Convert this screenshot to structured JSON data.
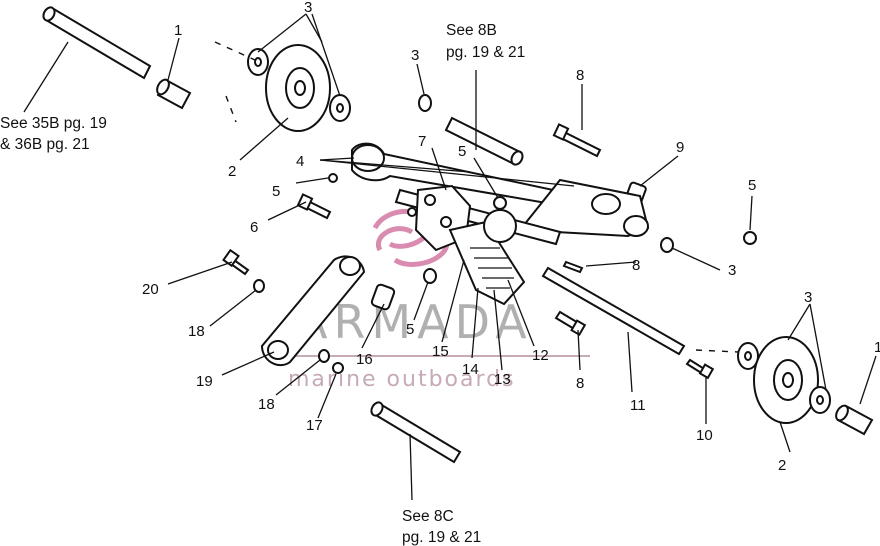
{
  "callouts": {
    "n1a": "1",
    "n1b": "1",
    "n2a": "2",
    "n2b": "2",
    "n3a": "3",
    "n3b": "3",
    "n3c": "3",
    "n3d": "3",
    "n4": "4",
    "n5a": "5",
    "n5b": "5",
    "n5c": "5",
    "n5d": "5",
    "n6": "6",
    "n7": "7",
    "n8a": "8",
    "n8b": "8",
    "n8c": "8",
    "n9": "9",
    "n10": "10",
    "n11": "11",
    "n12": "12",
    "n13": "13",
    "n14": "14",
    "n15": "15",
    "n16": "16",
    "n17": "17",
    "n18a": "18",
    "n18b": "18",
    "n19": "19",
    "n20": "20"
  },
  "references": {
    "ref_35b_line1": "See 35B pg. 19",
    "ref_35b_line2": "& 36B pg. 21",
    "ref_8b_line1": "See 8B",
    "ref_8b_line2": "pg. 19 &  21",
    "ref_8c_line1": "See 8C",
    "ref_8c_line2": "pg. 19 &  21"
  },
  "watermark": {
    "brand": "ARMADA",
    "tagline": "marine outboards",
    "logo_color": "#d98bb0"
  }
}
